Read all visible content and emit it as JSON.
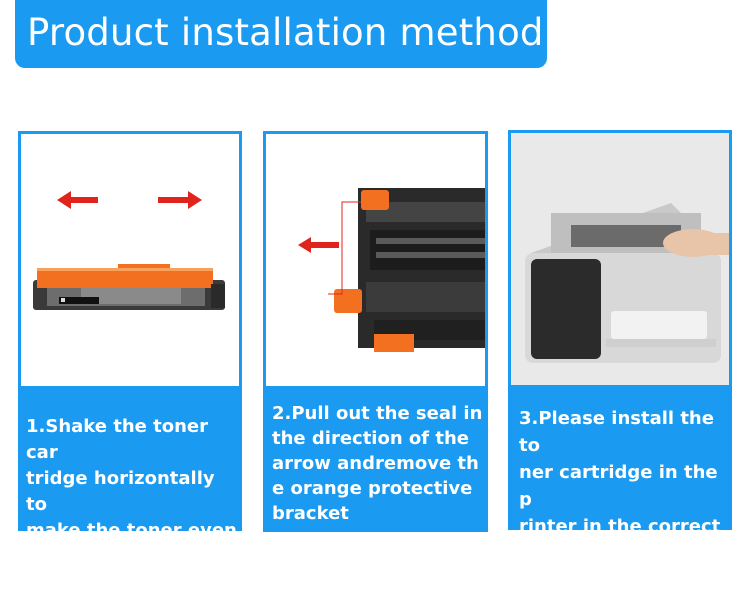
{
  "banner": {
    "title": "Product installation method"
  },
  "steps": [
    {
      "caption": "1.Shake the toner car\ntridge horizontally to\nmake the toner even"
    },
    {
      "caption": "2.Pull out the seal in\nthe direction of the\narrow andremove th\ne orange  protective\nbracket"
    },
    {
      "caption": "3.Please install the to\nner cartridge in the p\nrinter in the correct\nway"
    }
  ],
  "colors": {
    "accent": "#1a9af0",
    "arrow": "#e0241b",
    "bracket": "#f37021"
  }
}
